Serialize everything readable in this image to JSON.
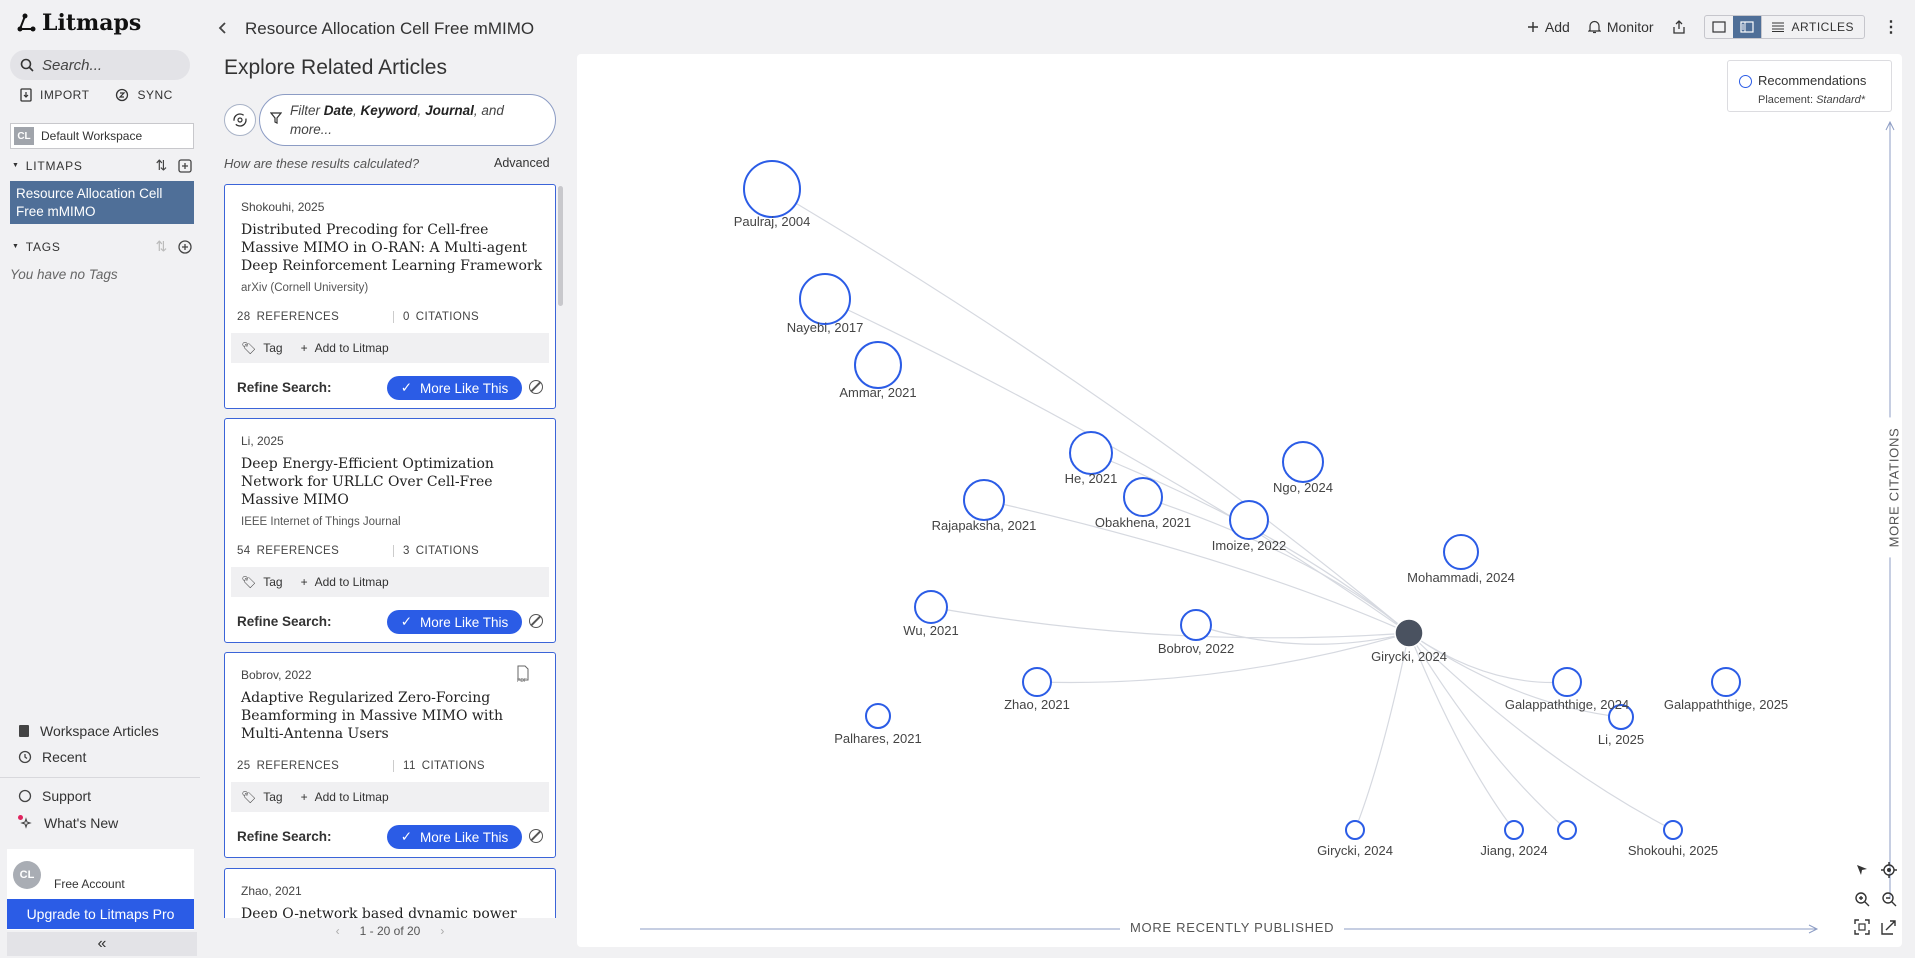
{
  "app": {
    "logo": "Litmaps",
    "search_placeholder": "Search...",
    "import_label": "IMPORT",
    "sync_label": "SYNC",
    "workspace_badge": "CL",
    "workspace_name": "Default Workspace",
    "litmaps_header": "LITMAPS",
    "litmap_item": "Resource Allocation Cell Free mMIMO",
    "tags_header": "TAGS",
    "no_tags": "You have no Tags",
    "workspace_articles": "Workspace Articles",
    "recent": "Recent",
    "support": "Support",
    "whats_new": "What's New",
    "avatar": "CL",
    "account_type": "Free Account",
    "upgrade": "Upgrade to Litmaps Pro",
    "collapse_icon": "«"
  },
  "topbar": {
    "title": "Resource Allocation Cell Free mMIMO",
    "add": "Add",
    "monitor": "Monitor",
    "articles": "ARTICLES"
  },
  "panel": {
    "title": "Explore Related Articles",
    "filter_prefix": "Filter ",
    "filter_date": "Date",
    "filter_keyword": "Keyword",
    "filter_journal": "Journal",
    "filter_suffix": ", and more...",
    "how_calculated": "How are these results calculated?",
    "advanced": "Advanced",
    "pagination": "1 - 20 of 20",
    "refine_label": "Refine Search:",
    "more_like_this": "More Like This",
    "tag_label": "Tag",
    "add_to_litmap": "Add to Litmap",
    "references_label": "REFERENCES",
    "citations_label": "CITATIONS"
  },
  "cards": [
    {
      "author": "Shokouhi, 2025",
      "title": "Distributed Precoding for Cell-free Massive MIMO in O-RAN: A Multi-agent Deep Reinforcement Learning Framework",
      "journal": "arXiv (Cornell University)",
      "references": "28",
      "citations": "0",
      "pdf": false
    },
    {
      "author": "Li, 2025",
      "title": "Deep Energy-Efficient Optimization Network for URLLC Over Cell-Free Massive MIMO",
      "journal": "IEEE Internet of Things Journal",
      "references": "54",
      "citations": "3",
      "pdf": false
    },
    {
      "author": "Bobrov, 2022",
      "title": "Adaptive Regularized Zero-Forcing Beamforming in Massive MIMO with Multi-Antenna Users",
      "journal": "",
      "references": "25",
      "citations": "11",
      "pdf": true
    },
    {
      "author": "Zhao, 2021",
      "title": "Deep Q-network based dynamic power",
      "journal": "",
      "references": "",
      "citations": "",
      "pdf": false
    }
  ],
  "map": {
    "legend_title": "Recommendations",
    "legend_placement_label": "Placement:",
    "legend_placement_value": "Standard*",
    "x_axis": "MORE RECENTLY PUBLISHED",
    "y_axis": "MORE CITATIONS",
    "accent": "#2b5ce6",
    "seed_color": "#4a5260",
    "nodes": [
      {
        "label": "Paulraj, 2004"
      },
      {
        "label": "Nayebi, 2017"
      },
      {
        "label": "Ammar, 2021"
      },
      {
        "label": "He, 2021"
      },
      {
        "label": "Rajapaksha, 2021"
      },
      {
        "label": "Obakhena, 2021"
      },
      {
        "label": "Ngo, 2024"
      },
      {
        "label": "Imoize, 2022"
      },
      {
        "label": "Mohammadi, 2024"
      },
      {
        "label": "Wu, 2021"
      },
      {
        "label": "Bobrov, 2022"
      },
      {
        "label": "Girycki, 2024"
      },
      {
        "label": "Zhao, 2021"
      },
      {
        "label": "Palhares, 2021"
      },
      {
        "label": "Galappaththige, 2024"
      },
      {
        "label": "Galappaththige, 2025"
      },
      {
        "label": "Li, 2025"
      },
      {
        "label": "Girycki, 2024"
      },
      {
        "label": "Jiang, 2024"
      },
      {
        "label": ""
      },
      {
        "label": "Shokouhi, 2025"
      }
    ]
  }
}
